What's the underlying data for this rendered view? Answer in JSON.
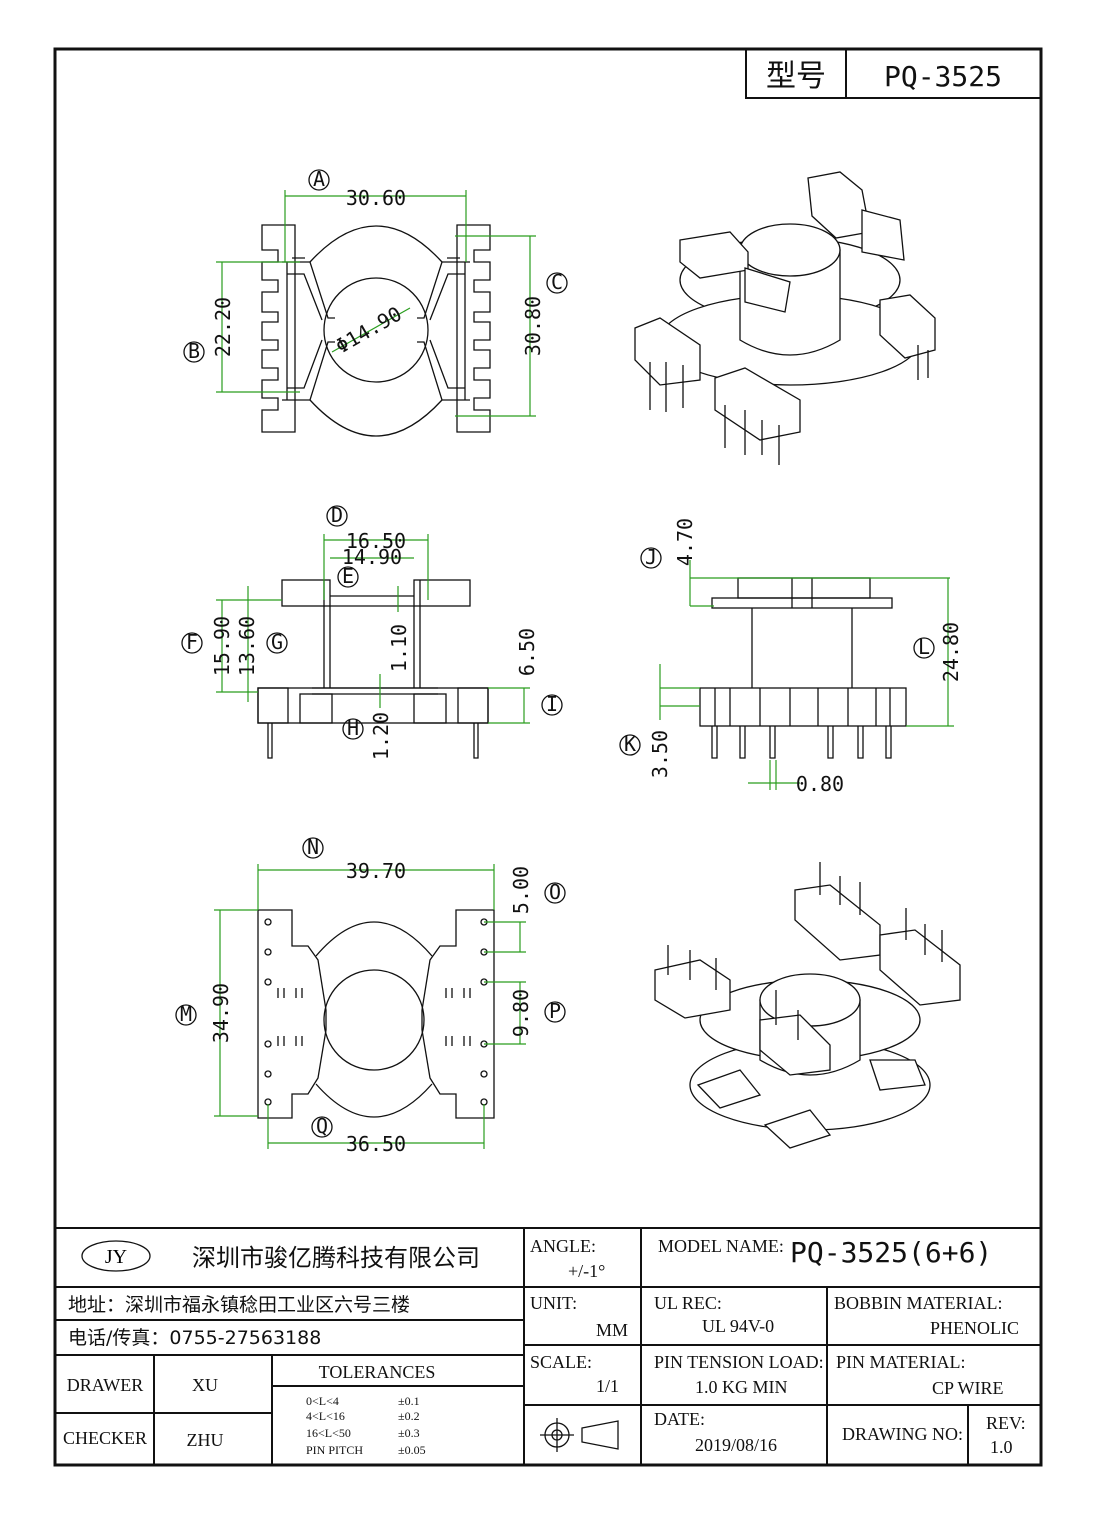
{
  "header": {
    "type_label": "型号",
    "type_value": "PQ-3525"
  },
  "views": {
    "top": {
      "dims": {
        "A_val": "30.60",
        "B_val": "22.20",
        "C_val": "30.80",
        "core_dia": "Φ14.90"
      },
      "markers": {
        "A": "A",
        "B": "B",
        "C": "C"
      }
    },
    "side": {
      "dims": {
        "D_val": "16.50",
        "E_val": "14.90",
        "F_val": "15.90",
        "G_val": "13.60",
        "H_val": "1.20",
        "I_val": "6.50",
        "flange": "1.10"
      },
      "markers": {
        "D": "D",
        "E": "E",
        "F": "F",
        "G": "G",
        "H": "H",
        "I": "I"
      }
    },
    "front": {
      "dims": {
        "J_val": "4.70",
        "K_val": "3.50",
        "L_val": "24.80",
        "pin_w": "0.80"
      },
      "markers": {
        "J": "J",
        "K": "K",
        "L": "L"
      }
    },
    "bottom": {
      "dims": {
        "N_val": "39.70",
        "M_val": "34.90",
        "O_val": "5.00",
        "P_val": "9.80",
        "Q_val": "36.50"
      },
      "markers": {
        "M": "M",
        "N": "N",
        "O": "O",
        "P": "P",
        "Q": "Q"
      }
    }
  },
  "title_block": {
    "logo": "JY",
    "company": "深圳市骏亿腾科技有限公司",
    "address": "地址：深圳市福永镇稔田工业区六号三楼",
    "phone": "电话/传真：0755-27563188",
    "drawer_label": "DRAWER",
    "drawer_value": "XU",
    "checker_label": "CHECKER",
    "checker_value": "ZHU",
    "tolerances_label": "TOLERANCES",
    "tolerances": [
      {
        "range": "0<L<4",
        "value": "±0.1"
      },
      {
        "range": "4<L<16",
        "value": "±0.2"
      },
      {
        "range": "16<L<50",
        "value": "±0.3"
      },
      {
        "range": "PIN PITCH",
        "value": "±0.05"
      }
    ],
    "angle_label": "ANGLE:",
    "angle_value": "+/-1°",
    "unit_label": "UNIT:",
    "unit_value": "MM",
    "scale_label": "SCALE:",
    "scale_value": "1/1",
    "model_label": "MODEL NAME:",
    "model_value": "PQ-3525(6+6)",
    "ul_label": "UL REC:",
    "ul_value": "UL 94V-0",
    "bobbin_label": "BOBBIN MATERIAL:",
    "bobbin_value": "PHENOLIC",
    "pin_tension_label": "PIN TENSION LOAD:",
    "pin_tension_value": "1.0 KG MIN",
    "pin_material_label": "PIN MATERIAL:",
    "pin_material_value": "CP WIRE",
    "date_label": "DATE:",
    "date_value": "2019/08/16",
    "drawing_no_label": "DRAWING NO:",
    "rev_label": "REV:",
    "rev_value": "1.0"
  }
}
